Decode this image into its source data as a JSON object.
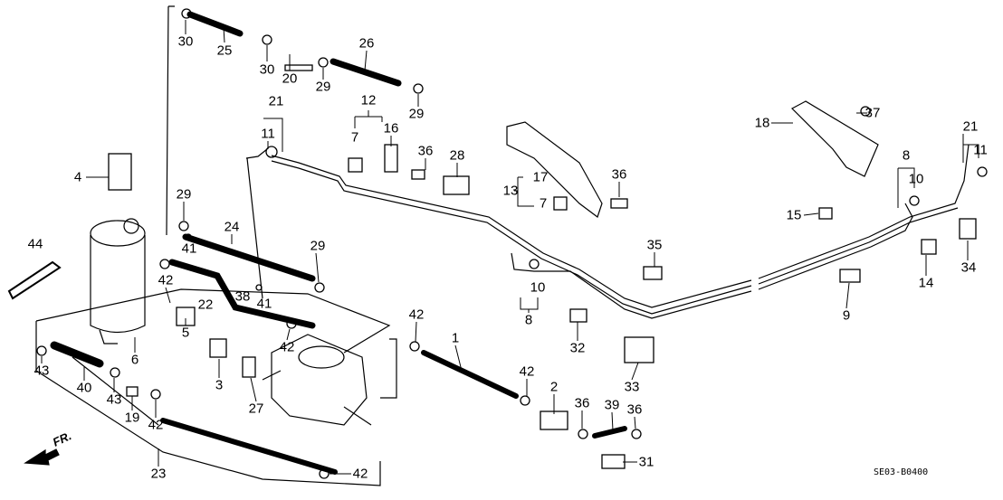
{
  "diagram_code": "SE03-B0400",
  "direction_indicator": "FR.",
  "callouts": [
    "30",
    "25",
    "30",
    "20",
    "26",
    "29",
    "29",
    "21",
    "11",
    "12",
    "7",
    "16",
    "36",
    "28",
    "4",
    "29",
    "24",
    "44",
    "41",
    "29",
    "42",
    "38",
    "41",
    "22",
    "6",
    "5",
    "43",
    "40",
    "43",
    "19",
    "42",
    "3",
    "27",
    "42",
    "23",
    "42",
    "1",
    "42",
    "42",
    "2",
    "36",
    "39",
    "36",
    "31",
    "32",
    "33",
    "8",
    "10",
    "35",
    "13",
    "17",
    "7",
    "36",
    "18",
    "37",
    "21",
    "11",
    "8",
    "10",
    "15",
    "34",
    "14",
    "9"
  ],
  "colors": {
    "line": "#000000",
    "background": "#ffffff"
  }
}
